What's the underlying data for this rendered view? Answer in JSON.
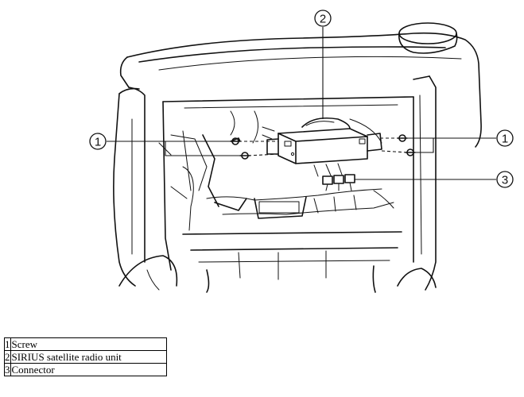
{
  "diagram": {
    "callouts": [
      {
        "id": "callout-left-1",
        "label": "1"
      },
      {
        "id": "callout-top-2",
        "label": "2"
      },
      {
        "id": "callout-right-1",
        "label": "1"
      },
      {
        "id": "callout-right-3",
        "label": "3"
      }
    ]
  },
  "legend": {
    "rows": [
      {
        "number": "1",
        "label": "Screw"
      },
      {
        "number": "2",
        "label": "SIRIUS satellite radio unit"
      },
      {
        "number": "3",
        "label": "Connector"
      }
    ]
  }
}
